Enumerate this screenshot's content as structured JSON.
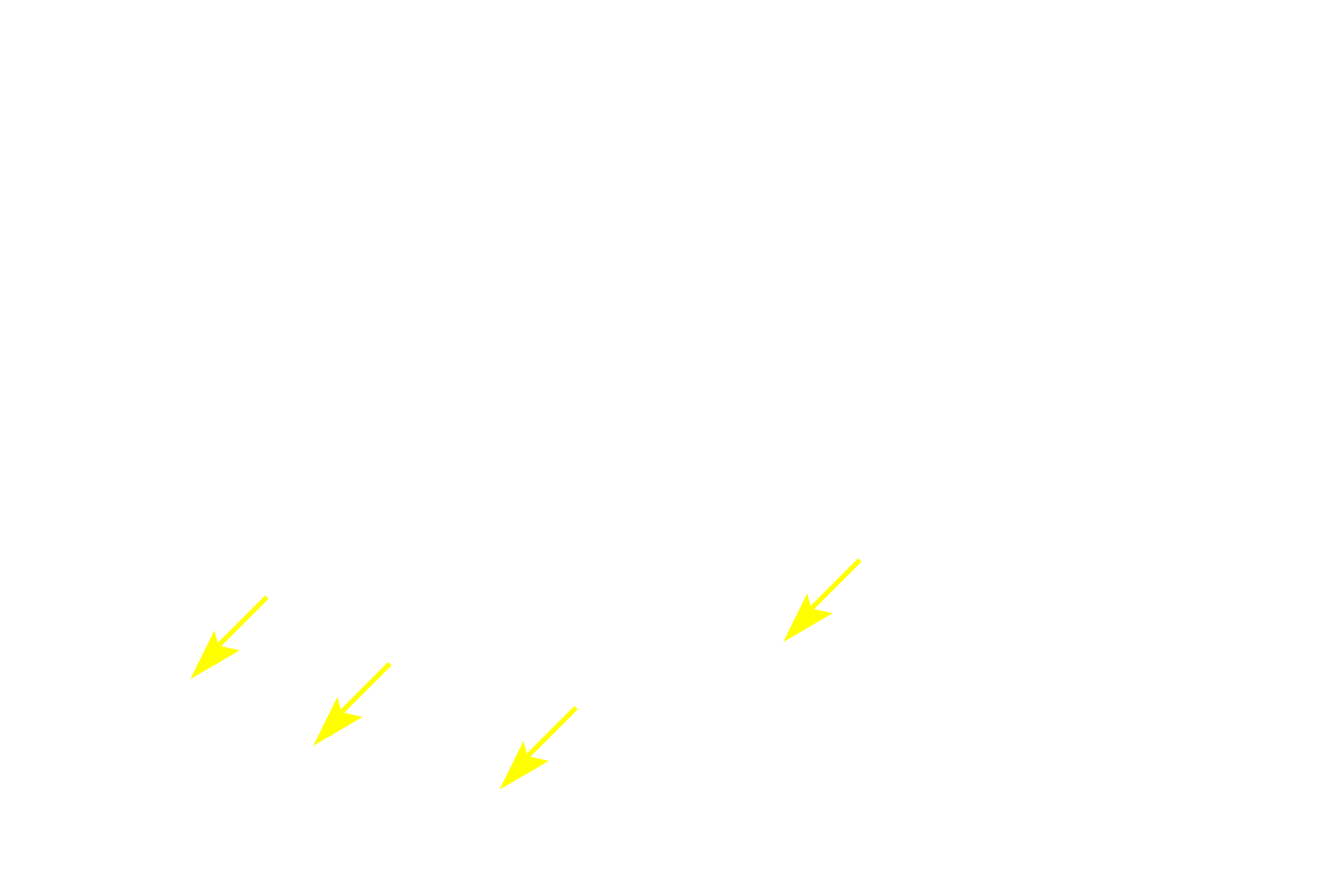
{
  "background_color": "#ffffff",
  "arrows": [
    {
      "name": "arrow-1",
      "color": "#ffff00",
      "direction": "down-left",
      "icon": "arrow-down-left-icon"
    },
    {
      "name": "arrow-2",
      "color": "#ffff00",
      "direction": "down-left",
      "icon": "arrow-down-left-icon"
    },
    {
      "name": "arrow-3",
      "color": "#ffff00",
      "direction": "down-left",
      "icon": "arrow-down-left-icon"
    },
    {
      "name": "arrow-4",
      "color": "#ffff00",
      "direction": "down-left",
      "icon": "arrow-down-left-icon"
    }
  ]
}
